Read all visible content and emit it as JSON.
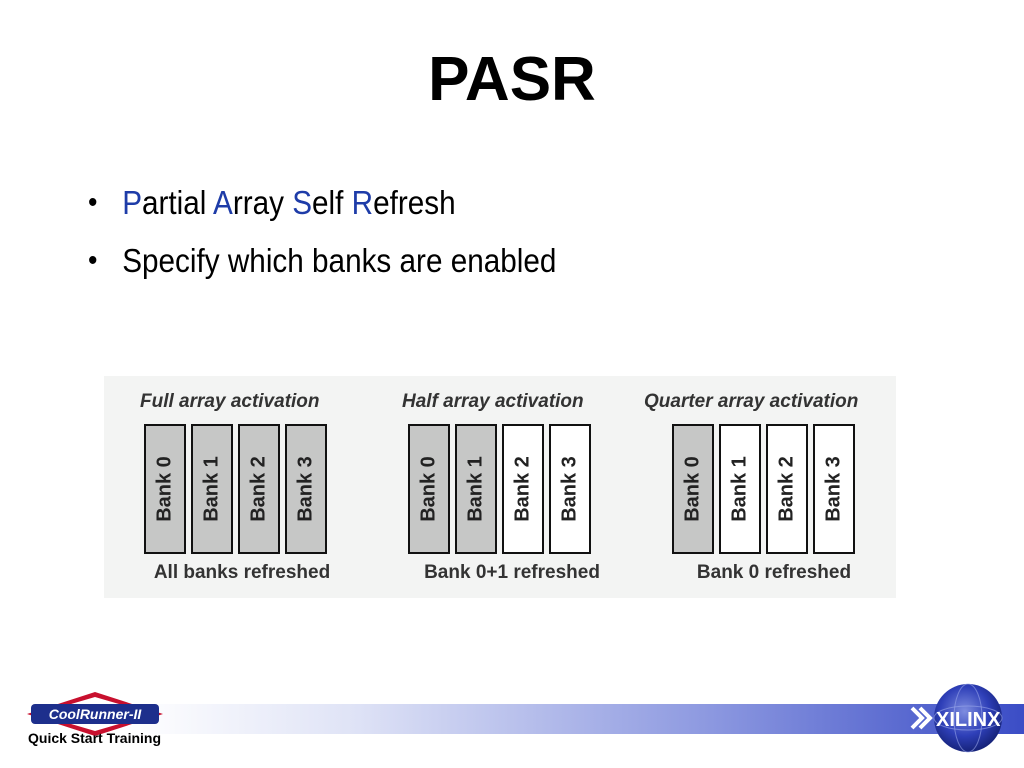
{
  "slide": {
    "title": "PASR",
    "bullets": [
      {
        "parts": [
          {
            "text": "P",
            "highlight": true
          },
          {
            "text": "artial ",
            "highlight": false
          },
          {
            "text": "A",
            "highlight": true
          },
          {
            "text": "rray ",
            "highlight": false
          },
          {
            "text": "S",
            "highlight": true
          },
          {
            "text": "elf ",
            "highlight": false
          },
          {
            "text": "R",
            "highlight": true
          },
          {
            "text": "efresh",
            "highlight": false
          }
        ]
      },
      {
        "parts": [
          {
            "text": "Specify which banks are enabled",
            "highlight": false
          }
        ]
      }
    ],
    "highlight_color": "#1e3ca8"
  },
  "diagram": {
    "fill_active": "#c6c7c6",
    "fill_inactive": "#ffffff",
    "groups": [
      {
        "title": "Full array activation",
        "caption": "All banks refreshed",
        "banks": [
          {
            "label": "Bank 0",
            "active": true
          },
          {
            "label": "Bank 1",
            "active": true
          },
          {
            "label": "Bank 2",
            "active": true
          },
          {
            "label": "Bank 3",
            "active": true
          }
        ]
      },
      {
        "title": "Half array activation",
        "caption": "Bank 0+1 refreshed",
        "banks": [
          {
            "label": "Bank 0",
            "active": true
          },
          {
            "label": "Bank 1",
            "active": true
          },
          {
            "label": "Bank 2",
            "active": false
          },
          {
            "label": "Bank 3",
            "active": false
          }
        ]
      },
      {
        "title": "Quarter array activation",
        "caption": "Bank 0 refreshed",
        "banks": [
          {
            "label": "Bank 0",
            "active": true
          },
          {
            "label": "Bank 1",
            "active": false
          },
          {
            "label": "Bank 2",
            "active": false
          },
          {
            "label": "Bank 3",
            "active": false
          }
        ]
      }
    ]
  },
  "footer": {
    "logo_text": "CoolRunner-II",
    "caption": "Quick Start Training",
    "brand": "XILINX"
  }
}
